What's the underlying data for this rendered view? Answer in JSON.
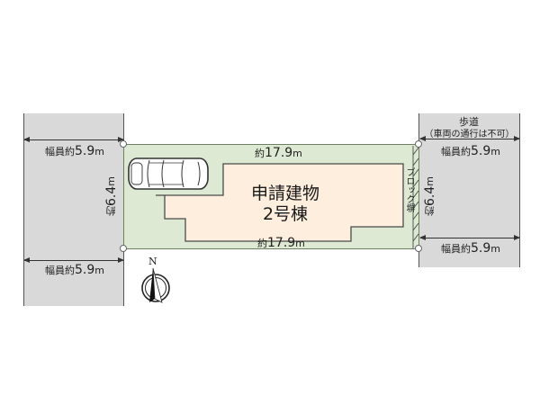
{
  "colors": {
    "road": "#d9d9d9",
    "lot": "#dde9d2",
    "building": "#fdeedd",
    "outline": "#4a4a4a"
  },
  "left_road": {
    "top_width_label": {
      "prefix": "幅員約",
      "value": "5.9",
      "unit": "m"
    },
    "bottom_width_label": {
      "prefix": "幅員約",
      "value": "5.9",
      "unit": "m"
    }
  },
  "right_road": {
    "type_label": "歩道",
    "note": "（車両の通行は不可）",
    "top_width_label": {
      "prefix": "幅員約",
      "value": "5.9",
      "unit": "m"
    },
    "bottom_width_label": {
      "prefix": "幅員約",
      "value": "5.9",
      "unit": "m"
    }
  },
  "lot": {
    "top_length": {
      "prefix": "約",
      "value": "17.9",
      "unit": "m"
    },
    "bottom_length": {
      "prefix": "約",
      "value": "17.9",
      "unit": "m"
    },
    "left_depth": {
      "prefix": "約",
      "value": "6.4",
      "unit": "m"
    },
    "right_depth": {
      "prefix": "約",
      "value": "6.4",
      "unit": "m"
    },
    "wall_label": "ブロック塀"
  },
  "building": {
    "line1": "申請建物",
    "line2": "2号棟"
  },
  "compass": {
    "label": "N"
  },
  "icons": [
    "car-icon",
    "north-compass-icon"
  ]
}
